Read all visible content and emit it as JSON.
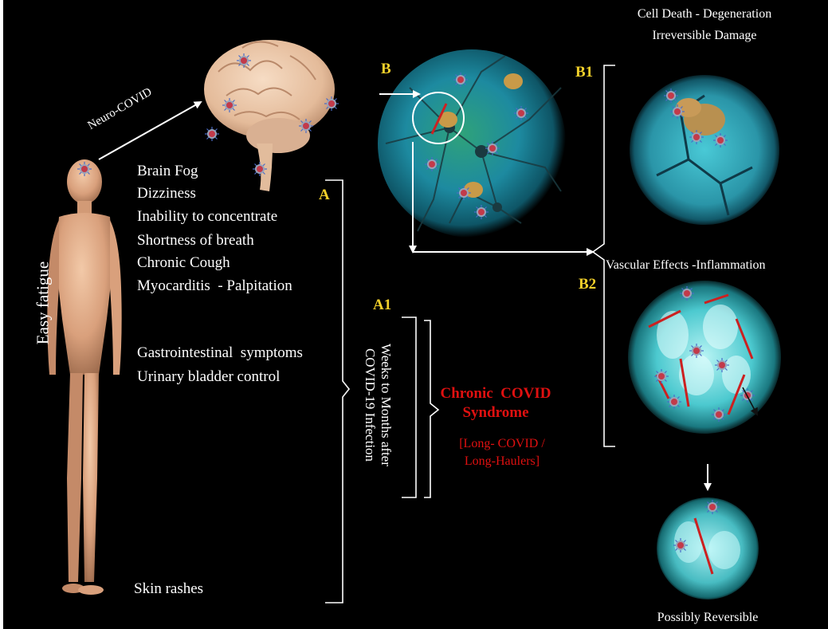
{
  "colors": {
    "background": "#000000",
    "text": "#ffffff",
    "label": "#f2d02a",
    "syndrome": "#e01010"
  },
  "left": {
    "side_label": "Easy fatigue",
    "arrow_label": "Neuro-COVID"
  },
  "symptoms": [
    "Brain Fog",
    "Dizziness",
    "Inability to concentrate",
    "Shortness of breath",
    "Chronic Cough",
    "Myocarditis  - Palpitation",
    "Gastrointestinal  symptoms",
    "Urinary bladder control",
    "Skin rashes"
  ],
  "labels": {
    "a": "A",
    "a1": "A1",
    "b": "B",
    "b1": "B1",
    "b2": "B2"
  },
  "timeline": {
    "line1": "Weeks to Months after",
    "line2": "COVID-19 Infection"
  },
  "syndrome": {
    "title1": "Chronic  COVID",
    "title2": "Syndrome",
    "sub1": "[Long- COVID /",
    "sub2": "Long-Haulers]"
  },
  "captions": {
    "b1_line1": "Cell Death - Degeneration",
    "b1_line2": "Irreversible Damage",
    "b2": "Vascular Effects -Inflammation",
    "bottom": "Possibly Reversible"
  },
  "icons": [
    "human-body-icon",
    "brain-icon",
    "virus-icon",
    "neuron-network-icon",
    "blood-vessel-icon"
  ]
}
